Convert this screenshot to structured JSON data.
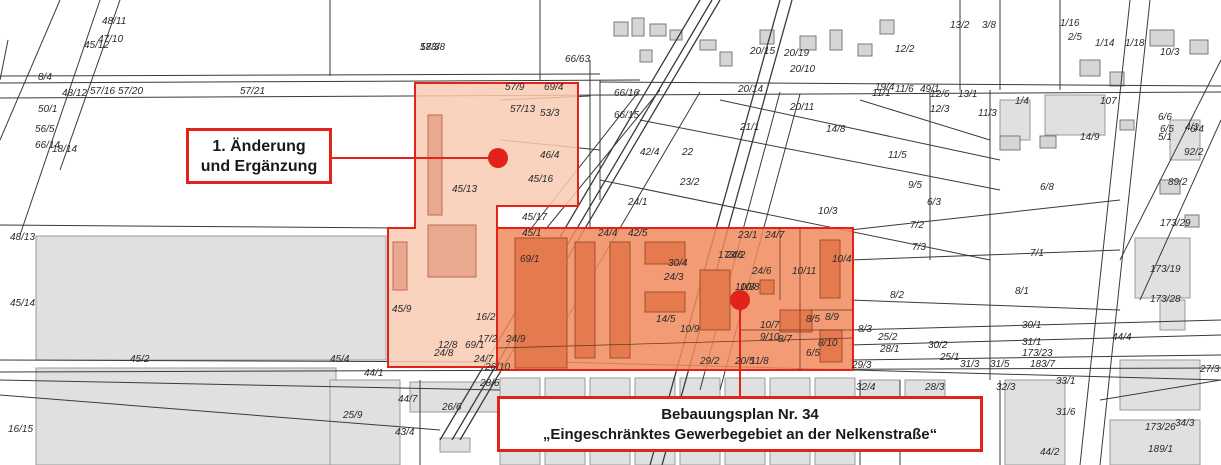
{
  "labels": {
    "change_line1": "1. Änderung",
    "change_line2": "und Ergänzung",
    "plan_line1": "Bebauungsplan Nr. 34",
    "plan_line2": "„Eingeschränktes Gewerbegebiet an der Nelkenstraße“"
  },
  "parcel_numbers": [
    "57/3",
    "66/63",
    "12/2",
    "13/2",
    "3/8",
    "1/16",
    "2/5",
    "1/14",
    "1/18",
    "10/3",
    "57/21",
    "57/20",
    "57/16",
    "48/12",
    "57/9",
    "69/4",
    "57/13",
    "53/3",
    "66/16",
    "66/15",
    "20/14",
    "20/11",
    "11/1",
    "12/6",
    "13/1",
    "12/3",
    "11/3",
    "1/4",
    "107",
    "6/5",
    "6/4",
    "46/4",
    "45/16",
    "45/13",
    "42/4",
    "23/2",
    "21/1",
    "22",
    "14/8",
    "11/5",
    "6/8",
    "89/2",
    "24/1",
    "10/3",
    "9/5",
    "6/3",
    "7/2",
    "7/3",
    "7/1",
    "173/29",
    "173/19",
    "173/28",
    "45/17",
    "45/1",
    "42/5",
    "24/4",
    "23/1",
    "24/7",
    "69/1",
    "24/2",
    "24/3",
    "24/6",
    "10/8",
    "10/11",
    "10/4",
    "8/2",
    "8/1",
    "45/9",
    "45/14",
    "48/13",
    "16/2",
    "17/2",
    "24/9",
    "14/5",
    "10/9",
    "10/8",
    "10/7",
    "9/10",
    "8/7",
    "8/5",
    "8/9",
    "8/10",
    "6/5",
    "8/3",
    "25/2",
    "28/1",
    "30/2",
    "25/1",
    "30/1",
    "31/1",
    "173/23",
    "44/4",
    "45/2",
    "45/4",
    "44/1",
    "44/7",
    "25/9",
    "28/6",
    "29/3",
    "28/3",
    "32/4",
    "32/3",
    "33/1",
    "31/6",
    "31/3",
    "31/5",
    "183/7",
    "173/26",
    "34/3",
    "44/2",
    "43/4",
    "16/15",
    "12/8",
    "69/1",
    "24/8",
    "24/7",
    "26/10",
    "26/6",
    "29/2",
    "20/5",
    "11/8",
    "11/6",
    "49/1",
    "50/1",
    "56/5",
    "66/14",
    "18/14",
    "45/12",
    "47/10",
    "48/11",
    "8/4",
    "20/15",
    "20/19",
    "20/10",
    "19/4",
    "14/9",
    "6/6",
    "5/1",
    "4/1",
    "92/2",
    "189/1",
    "173/6",
    "30/4",
    "27/3",
    "183/8"
  ],
  "colors": {
    "boundary": "#e2231a",
    "change_area_fill": "#f8cbb2",
    "plan_area_fill": "#f08a5d",
    "marker": "#e2231a"
  }
}
